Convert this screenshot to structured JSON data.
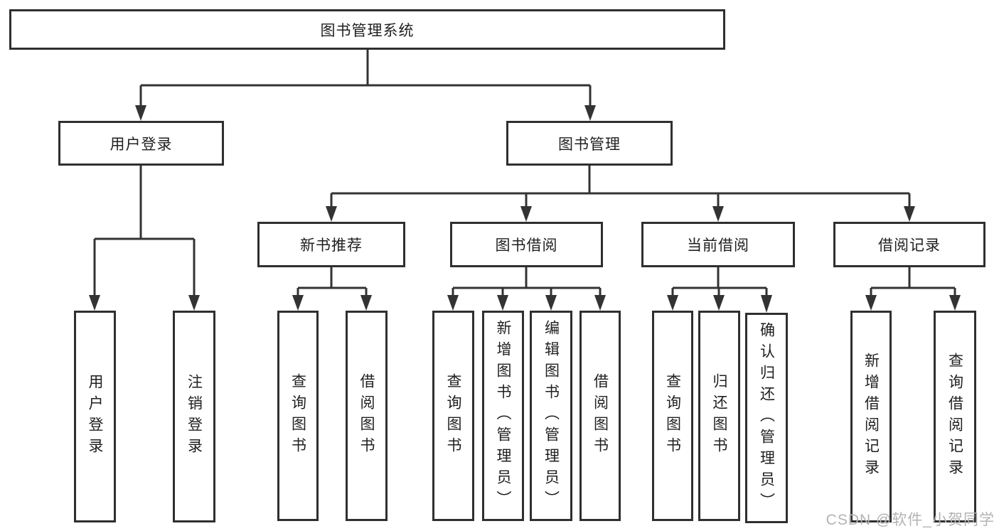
{
  "diagram": {
    "root": {
      "label": "图书管理系统"
    },
    "level2": [
      {
        "label": "用户登录"
      },
      {
        "label": "图书管理"
      }
    ],
    "level3": [
      {
        "label": "新书推荐"
      },
      {
        "label": "图书借阅"
      },
      {
        "label": "当前借阅"
      },
      {
        "label": "借阅记录"
      }
    ],
    "leaves": {
      "user_login": [
        "用户登录",
        "注销登录"
      ],
      "new_book_recommend": [
        "查询图书",
        "借阅图书"
      ],
      "book_borrow": [
        "查询图书",
        "新增图书（管理员）",
        "编辑图书（管理员）",
        "借阅图书"
      ],
      "current_borrow": [
        "查询图书",
        "归还图书",
        "确认归还（管理员）"
      ],
      "borrow_records": [
        "新增借阅记录",
        "查询借阅记录"
      ]
    }
  },
  "watermark": "CSDN @软件_小贺同学",
  "colors": {
    "line": "#333333",
    "box_border": "#2f2f2f",
    "box_fill": "#ffffff",
    "text": "#1f1f1f",
    "watermark": "#b3b3b3"
  }
}
